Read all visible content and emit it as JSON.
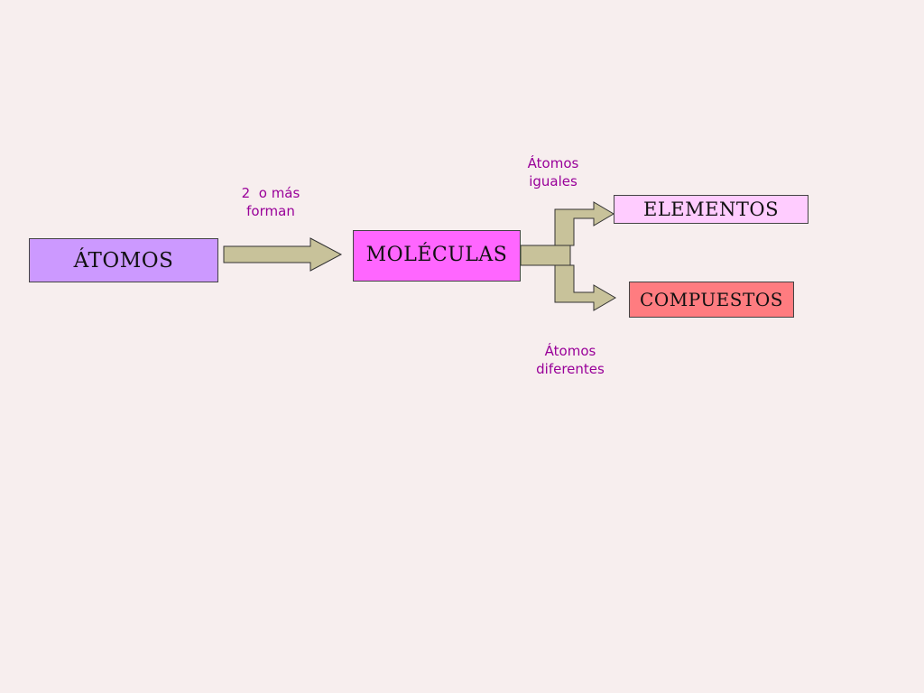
{
  "diagram": {
    "nodes": {
      "atomos": "ÁTOMOS",
      "moleculas": "MOLÉCULAS",
      "elementos": "ELEMENTOS",
      "compuestos": "COMPUESTOS"
    },
    "edge_labels": {
      "forman_line1": "2  o más",
      "forman_line2": "forman",
      "iguales_line1": "Átomos",
      "iguales_line2": "iguales",
      "diferentes_line1": "Átomos",
      "diferentes_line2": "diferentes"
    },
    "colors": {
      "background": "#f7eeee",
      "atomos_fill": "#cc99ff",
      "moleculas_fill": "#ff66ff",
      "elementos_fill": "#ffccff",
      "compuestos_fill": "#ff7c80",
      "arrow_fill": "#c8c29a",
      "label_text": "#990099"
    }
  }
}
